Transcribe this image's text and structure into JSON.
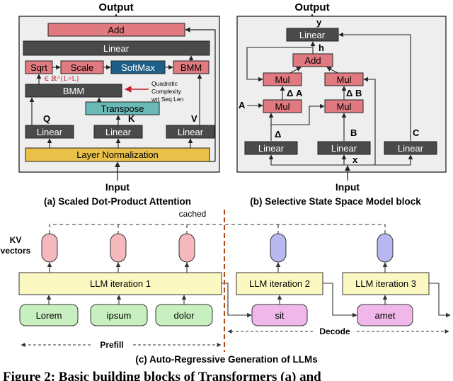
{
  "panel_a": {
    "output": "Output",
    "add": "Add",
    "linear_top": "Linear",
    "sqrt": "Sqrt",
    "scale": "Scale",
    "softmax": "SoftMax",
    "bmm_right": "BMM",
    "shape": "∈ ℝ^{L×L}",
    "bmm_mid": "BMM",
    "quad_1": "Quadratic",
    "quad_2": "Complexity",
    "quad_3": "wrt Seq Len",
    "transpose": "Transpose",
    "q": "Q",
    "k": "K",
    "v": "V",
    "linear_q": "Linear",
    "linear_k": "Linear",
    "linear_v": "Linear",
    "layer_norm": "Layer Normalization",
    "input": "Input",
    "caption": "(a) Scaled Dot-Product Attention"
  },
  "panel_b": {
    "output": "Output",
    "y": "y",
    "linear_top": "Linear",
    "h": "h",
    "add": "Add",
    "mul_l1": "Mul",
    "mul_r1": "Mul",
    "delta_a": "Δ A",
    "delta_b": "Δ B",
    "a": "A",
    "mul_l2": "Mul",
    "mul_r2": "Mul",
    "delta": "Δ",
    "b": "B",
    "c": "C",
    "linear_1": "Linear",
    "linear_2": "Linear",
    "linear_3": "Linear",
    "x": "x",
    "input": "Input",
    "caption": "(b) Selective State Space Model block"
  },
  "panel_c": {
    "cached": "cached",
    "kv_1": "KV",
    "kv_2": "vectors",
    "iter_1": "LLM iteration 1",
    "iter_2": "LLM iteration 2",
    "iter_3": "LLM iteration 3",
    "tok_lorem": "Lorem",
    "tok_ipsum": "ipsum",
    "tok_dolor": "dolor",
    "tok_sit": "sit",
    "tok_amet": "amet",
    "prefill": "Prefill",
    "decode": "Decode",
    "caption": "(c) Auto-Regressive Generation of LLMs"
  },
  "figure_caption": "Figure 2: Basic building blocks of Transformers (a) and",
  "colors": {
    "dark_block": "#4a4a4a",
    "red_block": "#e07a80",
    "blue_block": "#1e5f8a",
    "teal_block": "#6bb9b6",
    "layer_norm": "#e9c04a",
    "panel_bg": "#eeeeee",
    "iter_yellow": "#fcf8c2",
    "token_green": "#c8efc0",
    "token_pink": "#f0b8e8",
    "kv_pink": "#f5b8bc",
    "kv_purple": "#b8b8f0",
    "arrow_red": "#c0202a",
    "divider": "#b04a1a"
  }
}
